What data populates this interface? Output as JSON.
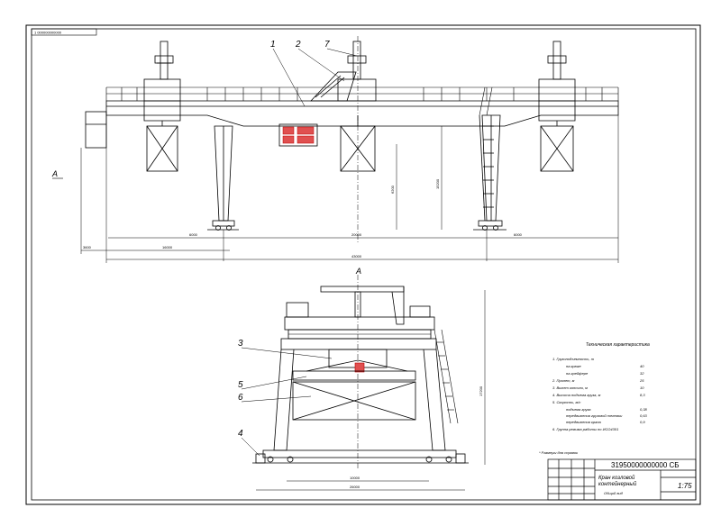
{
  "sheet": {
    "stamp_code": "1 000000000000",
    "view_mark_a_side": "А",
    "view_mark_a_top": "А"
  },
  "callouts": [
    "1",
    "2",
    "7",
    "3",
    "5",
    "6",
    "4"
  ],
  "dimensions": {
    "top_height_left": "15200",
    "top_height_mid": "6200",
    "left_cantilever": "6000",
    "span": "20000",
    "right_cantilever": "6000",
    "total_length": "43000",
    "left_outer": "16000",
    "left_small": "3600",
    "front_base": "10000",
    "front_track": "26000",
    "front_height": "17200"
  },
  "specs": {
    "title": "Техническая характеристика",
    "items": [
      {
        "label": "1. Грузоподъемность, т",
        "value": ""
      },
      {
        "label": "на крюке",
        "value": "40"
      },
      {
        "label": "на грейфере",
        "value": "32"
      },
      {
        "label": "2. Пролет, м",
        "value": "25"
      },
      {
        "label": "3. Вылет консоли, м",
        "value": "10"
      },
      {
        "label": "4. Высота подъема груза, м",
        "value": "8,3"
      },
      {
        "label": "5. Скорость, м/с",
        "value": ""
      },
      {
        "label": "подъема груза",
        "value": "0,38"
      },
      {
        "label": "передвижения грузовой тележки",
        "value": "0,63"
      },
      {
        "label": "передвижения крана",
        "value": "0,9"
      },
      {
        "label": "6. Группа режима работы по ИСО4301",
        "value": ""
      }
    ],
    "note": "* Размеры для справок"
  },
  "title_block": {
    "code": "31950000000000 СБ",
    "name_line1": "Кран козловой",
    "name_line2": "контейнерный",
    "subtitle": "Общий вид",
    "scale": "1:75"
  }
}
